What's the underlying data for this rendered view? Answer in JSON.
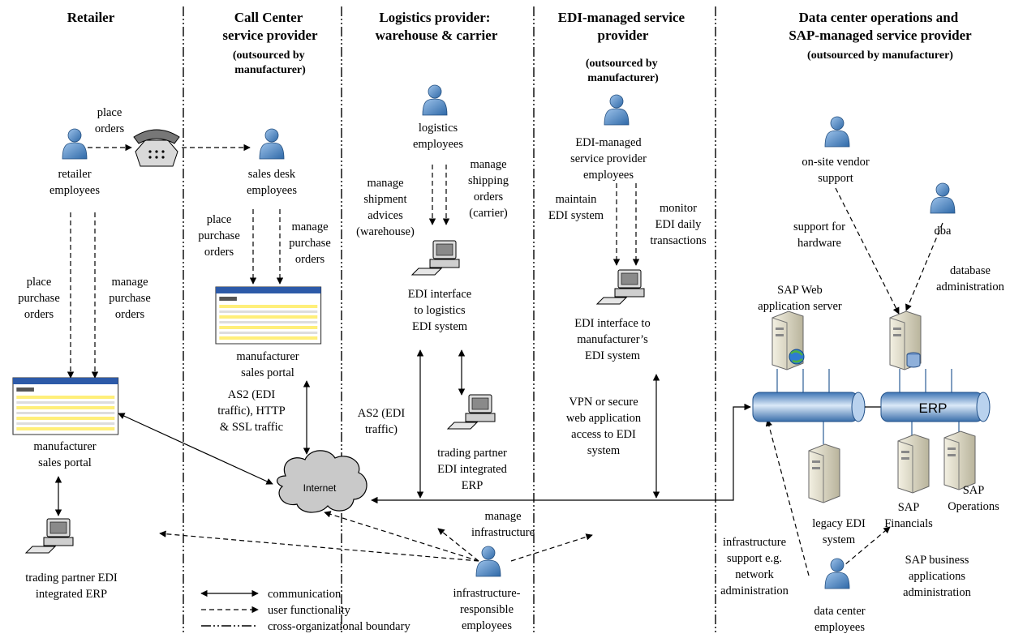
{
  "columns": [
    {
      "title": [
        "Retailer"
      ],
      "note": []
    },
    {
      "title": [
        "Call Center",
        "service provider"
      ],
      "note": [
        "(outsourced by",
        "manufacturer)"
      ]
    },
    {
      "title": [
        "Logistics provider:",
        "warehouse & carrier"
      ],
      "note": []
    },
    {
      "title": [
        "EDI-managed service",
        "provider"
      ],
      "note": [
        "(outsourced by",
        "manufacturer)"
      ]
    },
    {
      "title": [
        "Data center operations and",
        "SAP-managed service provider"
      ],
      "note": [
        "(outsourced by manufacturer)"
      ]
    }
  ],
  "actors": {
    "retailer": [
      "retailer",
      "employees"
    ],
    "sales_desk": [
      "sales desk",
      "employees"
    ],
    "logistics": [
      "logistics",
      "employees"
    ],
    "edi_msp": [
      "EDI-managed",
      "service provider",
      "employees"
    ],
    "vendor": [
      "on-site vendor",
      "support"
    ],
    "dba": [
      "dba"
    ],
    "infra": [
      "infrastructure-",
      "responsible",
      "employees"
    ],
    "dc": [
      "data center",
      "employees"
    ]
  },
  "systems": {
    "portal_callcenter": [
      "manufacturer",
      "sales portal"
    ],
    "portal_retailer": [
      "manufacturer",
      "sales portal"
    ],
    "retailer_erp": [
      "trading partner EDI",
      "integrated ERP"
    ],
    "logistics_edi": [
      "EDI interface",
      "to logistics",
      "EDI system"
    ],
    "trading_erp": [
      "trading partner",
      "EDI integrated",
      "ERP"
    ],
    "mfr_edi": [
      "EDI interface to",
      "manufacturer’s",
      "EDI system"
    ],
    "sap_web": [
      "SAP Web",
      "application server"
    ],
    "legacy_edi": [
      "legacy EDI",
      "system"
    ],
    "sap_fin": [
      "SAP",
      "Financials"
    ],
    "sap_ops": [
      "SAP",
      "Operations"
    ],
    "internet": "Internet",
    "erp_bus": "ERP"
  },
  "flows": {
    "place_orders": [
      "place",
      "orders"
    ],
    "cc_place_po": [
      "place",
      "purchase",
      "orders"
    ],
    "cc_manage_po": [
      "manage",
      "purchase",
      "orders"
    ],
    "rt_place_po": [
      "place",
      "purchase",
      "orders"
    ],
    "rt_manage_po": [
      "manage",
      "purchase",
      "orders"
    ],
    "shipment_advices": [
      "manage",
      "shipment",
      "advices",
      "(warehouse)"
    ],
    "shipping_orders": [
      "manage",
      "shipping",
      "orders",
      "(carrier)"
    ],
    "maintain_edi": [
      "maintain",
      "EDI system"
    ],
    "monitor_edi": [
      "monitor",
      "EDI daily",
      "transactions"
    ],
    "vendor_support": [
      "support for",
      "hardware"
    ],
    "db_admin": [
      "database",
      "administration"
    ],
    "as2_http": [
      "AS2 (EDI",
      "traffic), HTTP",
      "& SSL traffic"
    ],
    "as2": [
      "AS2 (EDI",
      "traffic)"
    ],
    "vpn": [
      "VPN or secure",
      "web application",
      "access to EDI",
      "system"
    ],
    "manage_infra": [
      "manage",
      "infrastructure"
    ],
    "infra_support": [
      "infrastructure",
      "support e.g.",
      "network",
      "administration"
    ],
    "sap_admin": [
      "SAP business",
      "applications",
      "administration"
    ]
  },
  "legend": {
    "communication": "communication",
    "user_functionality": "user functionality",
    "boundary": "cross-organizational boundary"
  }
}
